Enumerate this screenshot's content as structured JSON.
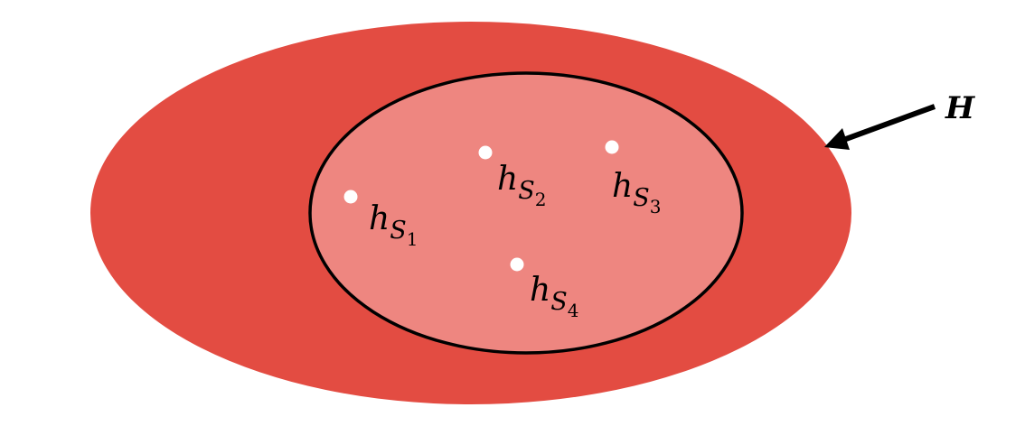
{
  "diagram": {
    "outer_set": {
      "label": "H",
      "fill": "#E34C42"
    },
    "inner_set": {
      "fill": "#EE8680",
      "stroke": "#000000"
    },
    "point_color": "#FFFFFF",
    "points": [
      {
        "base": "h",
        "sub": "S",
        "index": "1"
      },
      {
        "base": "h",
        "sub": "S",
        "index": "2"
      },
      {
        "base": "h",
        "sub": "S",
        "index": "3"
      },
      {
        "base": "h",
        "sub": "S",
        "index": "4"
      }
    ]
  }
}
